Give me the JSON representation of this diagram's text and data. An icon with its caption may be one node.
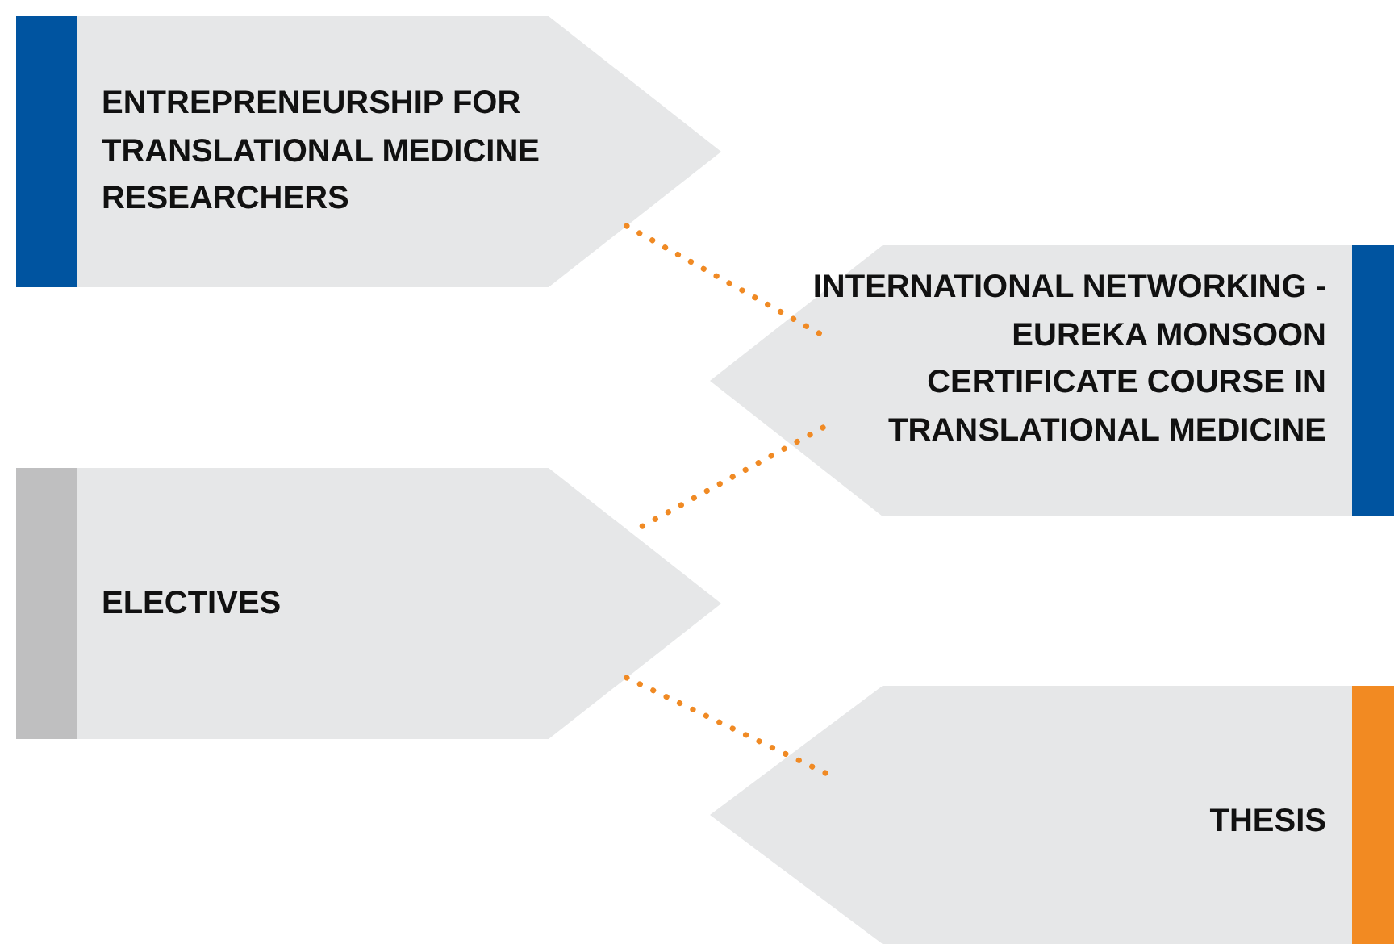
{
  "diagram": {
    "nodes": [
      {
        "text": [
          "ENTREPRENEURSHIP FOR TRANSLATIONAL MEDICINE RESEARCHERS"
        ]
      },
      {
        "text": [
          "INTERNATIONAL NETWORKING - EUREKA MONSOON CERTIFICATE COURSE IN TRANSLATIONAL MEDICINE"
        ]
      },
      {
        "text": [
          "ELECTIVES"
        ]
      },
      {
        "text": [
          "THESIS"
        ]
      }
    ],
    "edges": [
      {
        "from": 0,
        "to": 1,
        "arrow": "none",
        "style": "dashed"
      },
      {
        "from": 1,
        "to": 2,
        "arrow": "none",
        "style": "dashed"
      },
      {
        "from": 2,
        "to": 3,
        "arrow": "none",
        "style": "dashed"
      }
    ]
  }
}
